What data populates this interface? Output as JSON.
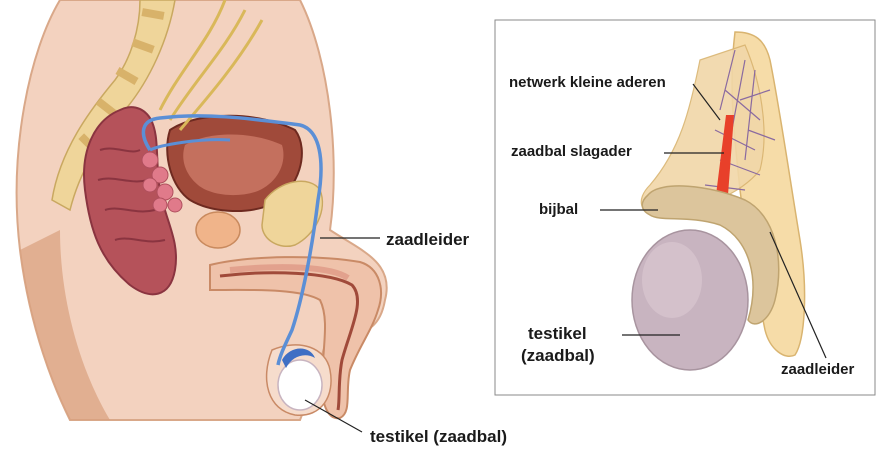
{
  "left_figure": {
    "labels": {
      "vas_deferens": "zaadleider",
      "testicle": "testikel (zaadbal)"
    }
  },
  "inset_figure": {
    "labels": {
      "small_veins": "netwerk kleine aderen",
      "testicular_artery": "zaadbal slagader",
      "epididymis": "bijbal",
      "testicle_line1": "testikel",
      "testicle_line2": "(zaadbal)",
      "vas_deferens": "zaadleider"
    }
  },
  "colors": {
    "skin": "#e8b89a",
    "skin_dark": "#c98a66",
    "bone": "#efd59a",
    "bowel": "#b5525a",
    "bladder": "#a04a3a",
    "vas_deferens": "#5b8fd6",
    "nerve": "#d9b85a",
    "gland": "#e07a8a",
    "testis": "#c8b4c0",
    "epididymis": "#d8c29a",
    "artery": "#e8402a"
  }
}
